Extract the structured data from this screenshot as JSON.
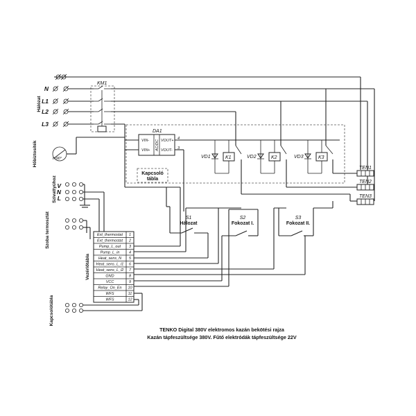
{
  "groups": {
    "halozat": "Hálózat",
    "homerseklet": "Hőbiztosíték",
    "szivattyu": "Szivattyúhoz",
    "szoba": "Szoba termosztát",
    "vezerlo": "Vezérlőtábla",
    "kapcsolo": "Kapcsolótábla"
  },
  "mains_terminals": [
    "N",
    "L1",
    "L2",
    "L3"
  ],
  "pump_terminals": [
    "V",
    "N",
    "L"
  ],
  "contactor": "KM1",
  "dc_module": {
    "name": "DA1",
    "vin_plus": "VIN+",
    "vin_minus": "VIN-",
    "vout_plus": "VOUT+",
    "vout_minus": "VOUT-",
    "acdc": "AC/DC",
    "pin4": "4",
    "pin3": "3"
  },
  "switch_board": {
    "line1": "Kapcsoló",
    "line2": "tábla"
  },
  "fuse_label": "t=90°",
  "relays": [
    {
      "diode": "VD1",
      "coil": "K1"
    },
    {
      "diode": "VD2",
      "coil": "K2"
    },
    {
      "diode": "VD3",
      "coil": "K3"
    }
  ],
  "heaters": [
    "TEN1",
    "TEN2",
    "TEN3"
  ],
  "switches": [
    {
      "id": "S1",
      "label": "Hálozat"
    },
    {
      "id": "S2",
      "label": "Fokozat I."
    },
    {
      "id": "S3",
      "label": "Fokozat II."
    }
  ],
  "control_table": [
    {
      "name": "Ext_thermostat",
      "num": "1"
    },
    {
      "name": "Ext_thermostat",
      "num": "2"
    },
    {
      "name": "Pump_L_out",
      "num": "3"
    },
    {
      "name": "Pump_L_in",
      "num": "4"
    },
    {
      "name": "Heat_sens_N",
      "num": "5"
    },
    {
      "name": "Heat_sens_L_l1",
      "num": "6"
    },
    {
      "name": "Heat_sens_L_l2",
      "num": "7"
    },
    {
      "name": "GND",
      "num": "8"
    },
    {
      "name": "VCC",
      "num": "9"
    },
    {
      "name": "Relay_On_En",
      "num": "10"
    },
    {
      "name": "WFS",
      "num": "11"
    },
    {
      "name": "WFS",
      "num": "12"
    }
  ],
  "caption": {
    "line1": "TENKO Digital 380V elektromos kazán bekötési rajza",
    "line2": "Kazán tápfeszültsége 380V. Fűtő elektródák tápfeszültsége 22V"
  }
}
